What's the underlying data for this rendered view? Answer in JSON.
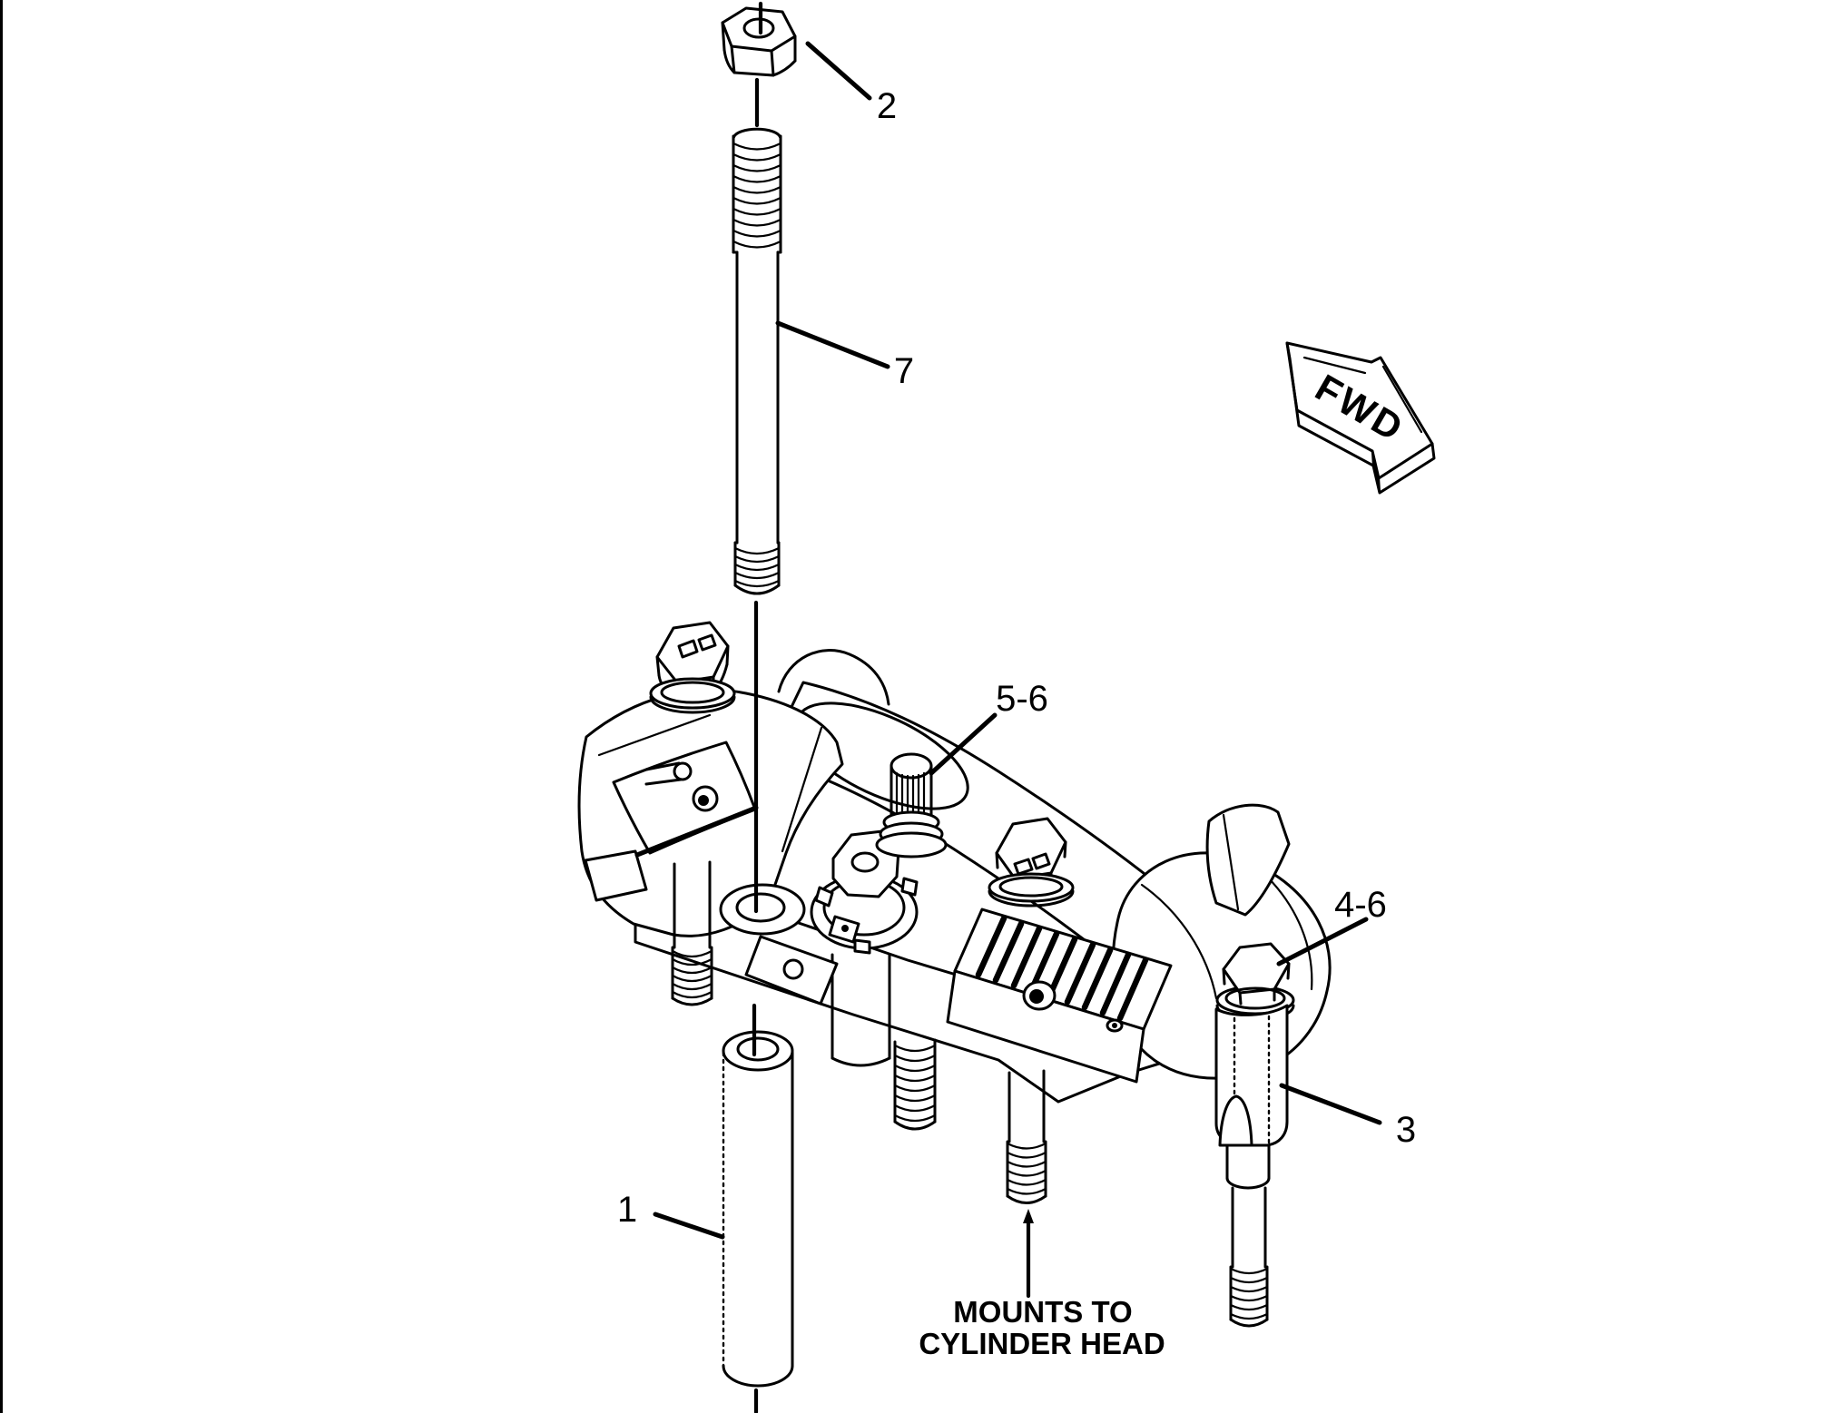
{
  "document": {
    "kind": "exploded-parts-line-diagram",
    "background_color": "#ffffff",
    "line_color": "#000000"
  },
  "direction_arrow": {
    "label": "FWD"
  },
  "callouts": {
    "spacer": {
      "label": "1"
    },
    "nut": {
      "label": "2"
    },
    "clamp": {
      "label": "3"
    },
    "bolt_group": {
      "label": "4-6"
    },
    "adjuster_group": {
      "label": "5-6"
    },
    "stud": {
      "label": "7"
    }
  },
  "note": {
    "line1": "MOUNTS TO",
    "line2": "CYLINDER HEAD"
  }
}
